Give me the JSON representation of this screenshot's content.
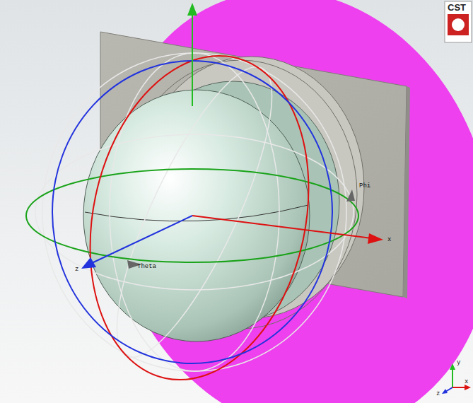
{
  "diagram": {
    "labels": [
      "CST",
      "Phi",
      "x",
      "z",
      "Theta",
      "y",
      "x",
      "z"
    ]
  }
}
